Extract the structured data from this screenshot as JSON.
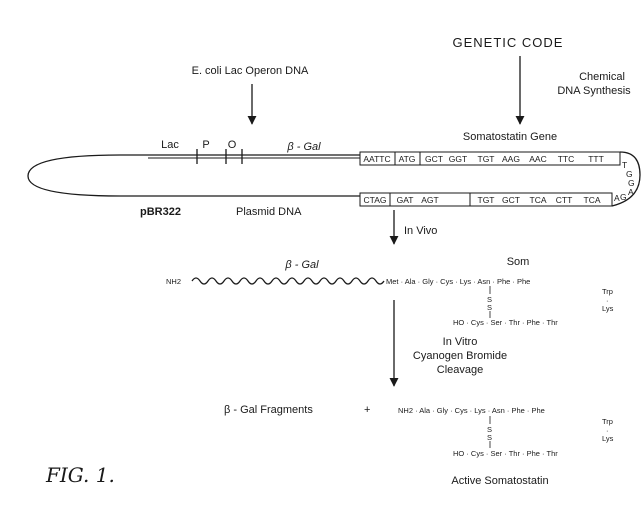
{
  "top": {
    "genetic_code": "GENETIC CODE",
    "operon": "E. coli Lac Operon DNA",
    "chemical_line1": "Chemical",
    "chemical_line2": "DNA Synthesis"
  },
  "plasmid": {
    "lac": "Lac",
    "p": "P",
    "o": "O",
    "bgal": "β - Gal",
    "gene_title": "Somatostatin Gene",
    "name": "pBR322",
    "dna_label": "Plasmid DNA",
    "top_strand": [
      "AATTC",
      "ATG",
      "GCT",
      "GGT",
      "TGT",
      "AAG",
      "AAC",
      "TTC",
      "TTT"
    ],
    "bottom_strand": [
      "CTAG",
      "GAT",
      "AGT",
      "TGT",
      "GCT",
      "TCA",
      "CTT",
      "TCA"
    ],
    "loop_bases": [
      "T",
      "G",
      "G",
      "A",
      "G",
      "A"
    ]
  },
  "in_vivo": {
    "label": "In Vivo",
    "nh2": "NH2",
    "bgal": "β - Gal",
    "som": "Som",
    "top_chain": "Met · Ala · Gly · Cys · Lys · Asn · Phe · Phe",
    "bottom_chain": "HO · Cys · Ser · Thr · Phe · Thr",
    "s1": "S",
    "s2": "S",
    "trp": "Trp",
    "lys": "Lys"
  },
  "in_vitro": {
    "line1": "In Vitro",
    "line2": "Cyanogen Bromide",
    "line3": "Cleavage"
  },
  "result": {
    "fragments": "β - Gal Fragments",
    "plus": "+",
    "top_chain": "NH2 · Ala · Gly · Cys · Lys · Asn · Phe · Phe",
    "bottom_chain": "HO · Cys · Ser · Thr · Phe · Thr",
    "s1": "S",
    "s2": "S",
    "trp": "Trp",
    "lys": "Lys",
    "active": "Active Somatostatin"
  },
  "figure_label": "FIG. 1."
}
